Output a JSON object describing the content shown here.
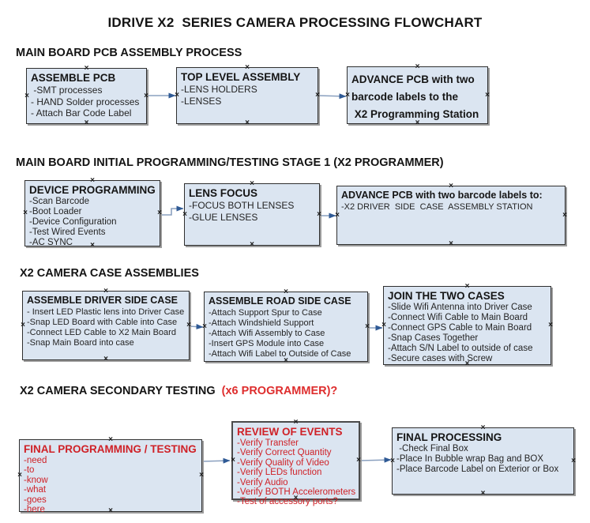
{
  "title": "IDRIVE X2  SERIES CAMERA PROCESSING FLOWCHART",
  "ui": {
    "anchor_glyph": "×"
  },
  "colors": {
    "box_fill": "#dbe5f1",
    "box_border": "#2f2f2f",
    "shadow": "#9c9c9c",
    "red_text": "#cf2127",
    "heading_red": "#de2d2d",
    "arrow_line": "#8aa0bf",
    "arrow_head": "#2f5a95"
  },
  "sections": [
    {
      "heading": "MAIN BOARD PCB ASSEMBLY PROCESS",
      "heading_red": "",
      "boxes": [
        {
          "title": "ASSEMBLE PCB",
          "items": [
            " -SMT processes",
            "- HAND Solder processes",
            "- Attach Bar Code Label"
          ]
        },
        {
          "title": "TOP LEVEL ASSEMBLY",
          "items": [
            "-LENS HOLDERS",
            "-LENSES"
          ]
        },
        {
          "title": "",
          "items": [
            "ADVANCE PCB with two",
            "barcode labels to the",
            " X2 Programming Station"
          ]
        }
      ]
    },
    {
      "heading": "MAIN BOARD INITIAL PROGRAMMING/TESTING STAGE 1 (X2 PROGRAMMER)",
      "heading_red": "",
      "boxes": [
        {
          "title": "DEVICE PROGRAMMING",
          "items": [
            "-Scan Barcode",
            "-Boot Loader",
            "-Device Configuration",
            "-Test Wired Events",
            "-AC SYNC"
          ]
        },
        {
          "title": "LENS FOCUS",
          "items": [
            "-FOCUS BOTH LENSES",
            "-GLUE LENSES"
          ]
        },
        {
          "title": "ADVANCE PCB with two barcode labels to:",
          "items": [
            "-X2 DRIVER  SIDE  CASE  ASSEMBLY STATION"
          ]
        }
      ]
    },
    {
      "heading": "X2 CAMERA CASE ASSEMBLIES",
      "heading_red": "",
      "boxes": [
        {
          "title": "ASSEMBLE DRIVER SIDE CASE",
          "items": [
            "- Insert LED Plastic lens into Driver Case",
            "-Snap LED Board with Cable into Case",
            "-Connect LED Cable to X2 Main Board",
            "-Snap Main Board into case"
          ]
        },
        {
          "title": "ASSEMBLE ROAD SIDE CASE",
          "items": [
            "-Attach Support Spur to Case",
            "-Attach Windshield Support",
            "-Attach Wifi Assembly to Case",
            "-Insert GPS Module into Case",
            "-Attach Wifi Label to Outside of Case"
          ]
        },
        {
          "title": "JOIN THE TWO CASES",
          "items": [
            "-Slide Wifi Antenna into Driver Case",
            "-Connect Wifi Cable to Main Board",
            "-Connect GPS Cable to Main Board",
            "-Snap Cases Together",
            "-Attach S/N Label to outside of case",
            "-Secure cases with Screw"
          ]
        }
      ]
    },
    {
      "heading": "X2 CAMERA SECONDARY TESTING",
      "heading_red": "  (x6 PROGRAMMER)?",
      "boxes": [
        {
          "title": "FINAL PROGRAMMING / TESTING",
          "items": [
            "-need",
            "-to",
            "-know",
            "-what",
            "-goes",
            "-here"
          ]
        },
        {
          "title": "REVIEW OF EVENTS",
          "items": [
            "-Verify Transfer",
            "-Verify Correct Quantity",
            "-Verify Quality of Video",
            "-Verify LEDs function",
            "-Verify Audio",
            "-Verify BOTH Accelerometers",
            "-Test of accessory ports?"
          ]
        },
        {
          "title": "FINAL PROCESSING",
          "items": [
            " -Check Final Box",
            "-Place In Bubble wrap Bag and BOX",
            "-Place Barcode Label on Exterior or Box"
          ]
        }
      ]
    }
  ]
}
